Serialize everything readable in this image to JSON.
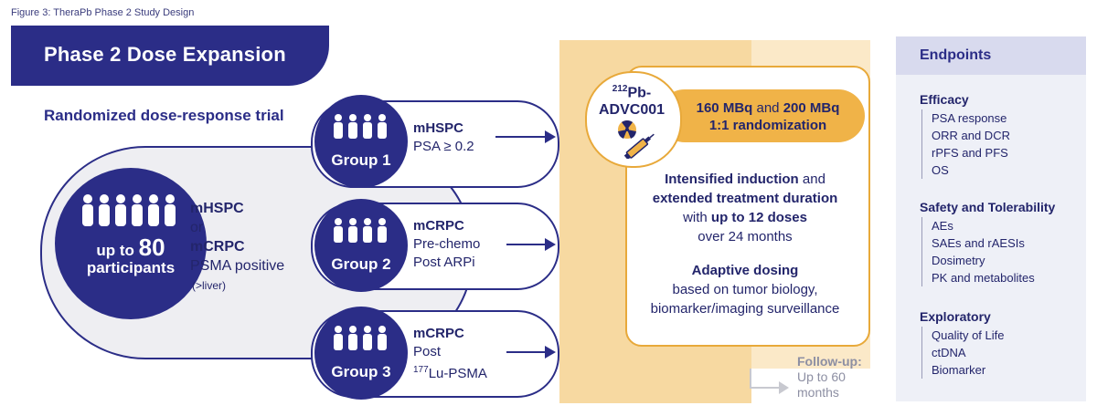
{
  "figure_caption": "Figure 3:  TheraPb Phase 2 Study Design",
  "banner_title": "Phase 2 Dose Expansion",
  "subtitle": "Randomized dose-response trial",
  "population": {
    "label_prefix": "up to",
    "label_number": "80",
    "label_suffix": "participants",
    "line1": "mHSPC",
    "line2": "or",
    "line3": "mCRPC",
    "line4": "PSMA positive",
    "line5": "(>liver)"
  },
  "groups": [
    {
      "name": "Group 1",
      "title": "mHSPC",
      "line1": "PSA ≥ 0.2",
      "line2": "",
      "line2_sup": ""
    },
    {
      "name": "Group 2",
      "title": "mCRPC",
      "line1": "Pre-chemo",
      "line2": "Post ARPi",
      "line2_sup": ""
    },
    {
      "name": "Group 3",
      "title": "mCRPC",
      "line1": "Post",
      "line2": "Lu-PSMA",
      "line2_sup": "177"
    }
  ],
  "drug": {
    "sup": "212",
    "name_part1": "Pb-",
    "name_part2": "ADVC001"
  },
  "dose": {
    "a": "160 MBq",
    "and": " and ",
    "b": "200 MBq",
    "randomization": "1:1 randomization"
  },
  "treatment": {
    "intensified": "Intensified induction",
    "and": " and",
    "extended": "extended treatment duration",
    "with": "with ",
    "up_to": "up to 12 doses",
    "over": "over 24 months",
    "adaptive": "Adaptive dosing",
    "based": "based on tumor biology,",
    "biomarker": "biomarker/imaging surveillance"
  },
  "followup": {
    "label": "Follow-up:",
    "line1": "Up to 60",
    "line2": "months"
  },
  "endpoints": {
    "title": "Endpoints",
    "sections": [
      {
        "title": "Efficacy",
        "items": [
          "PSA response",
          "ORR and DCR",
          "rPFS and PFS",
          "OS"
        ]
      },
      {
        "title": "Safety and Tolerability",
        "items": [
          "AEs",
          "SAEs and rAESIs",
          "Dosimetry",
          "PK and metabolites"
        ]
      },
      {
        "title": "Exploratory",
        "items": [
          "Quality of Life",
          "ctDNA",
          "Biomarker"
        ]
      }
    ]
  },
  "colors": {
    "navy": "#2b2d87",
    "gold": "#f0b348",
    "gold_light": "#f7d9a1",
    "panel": "#eef0f7"
  }
}
